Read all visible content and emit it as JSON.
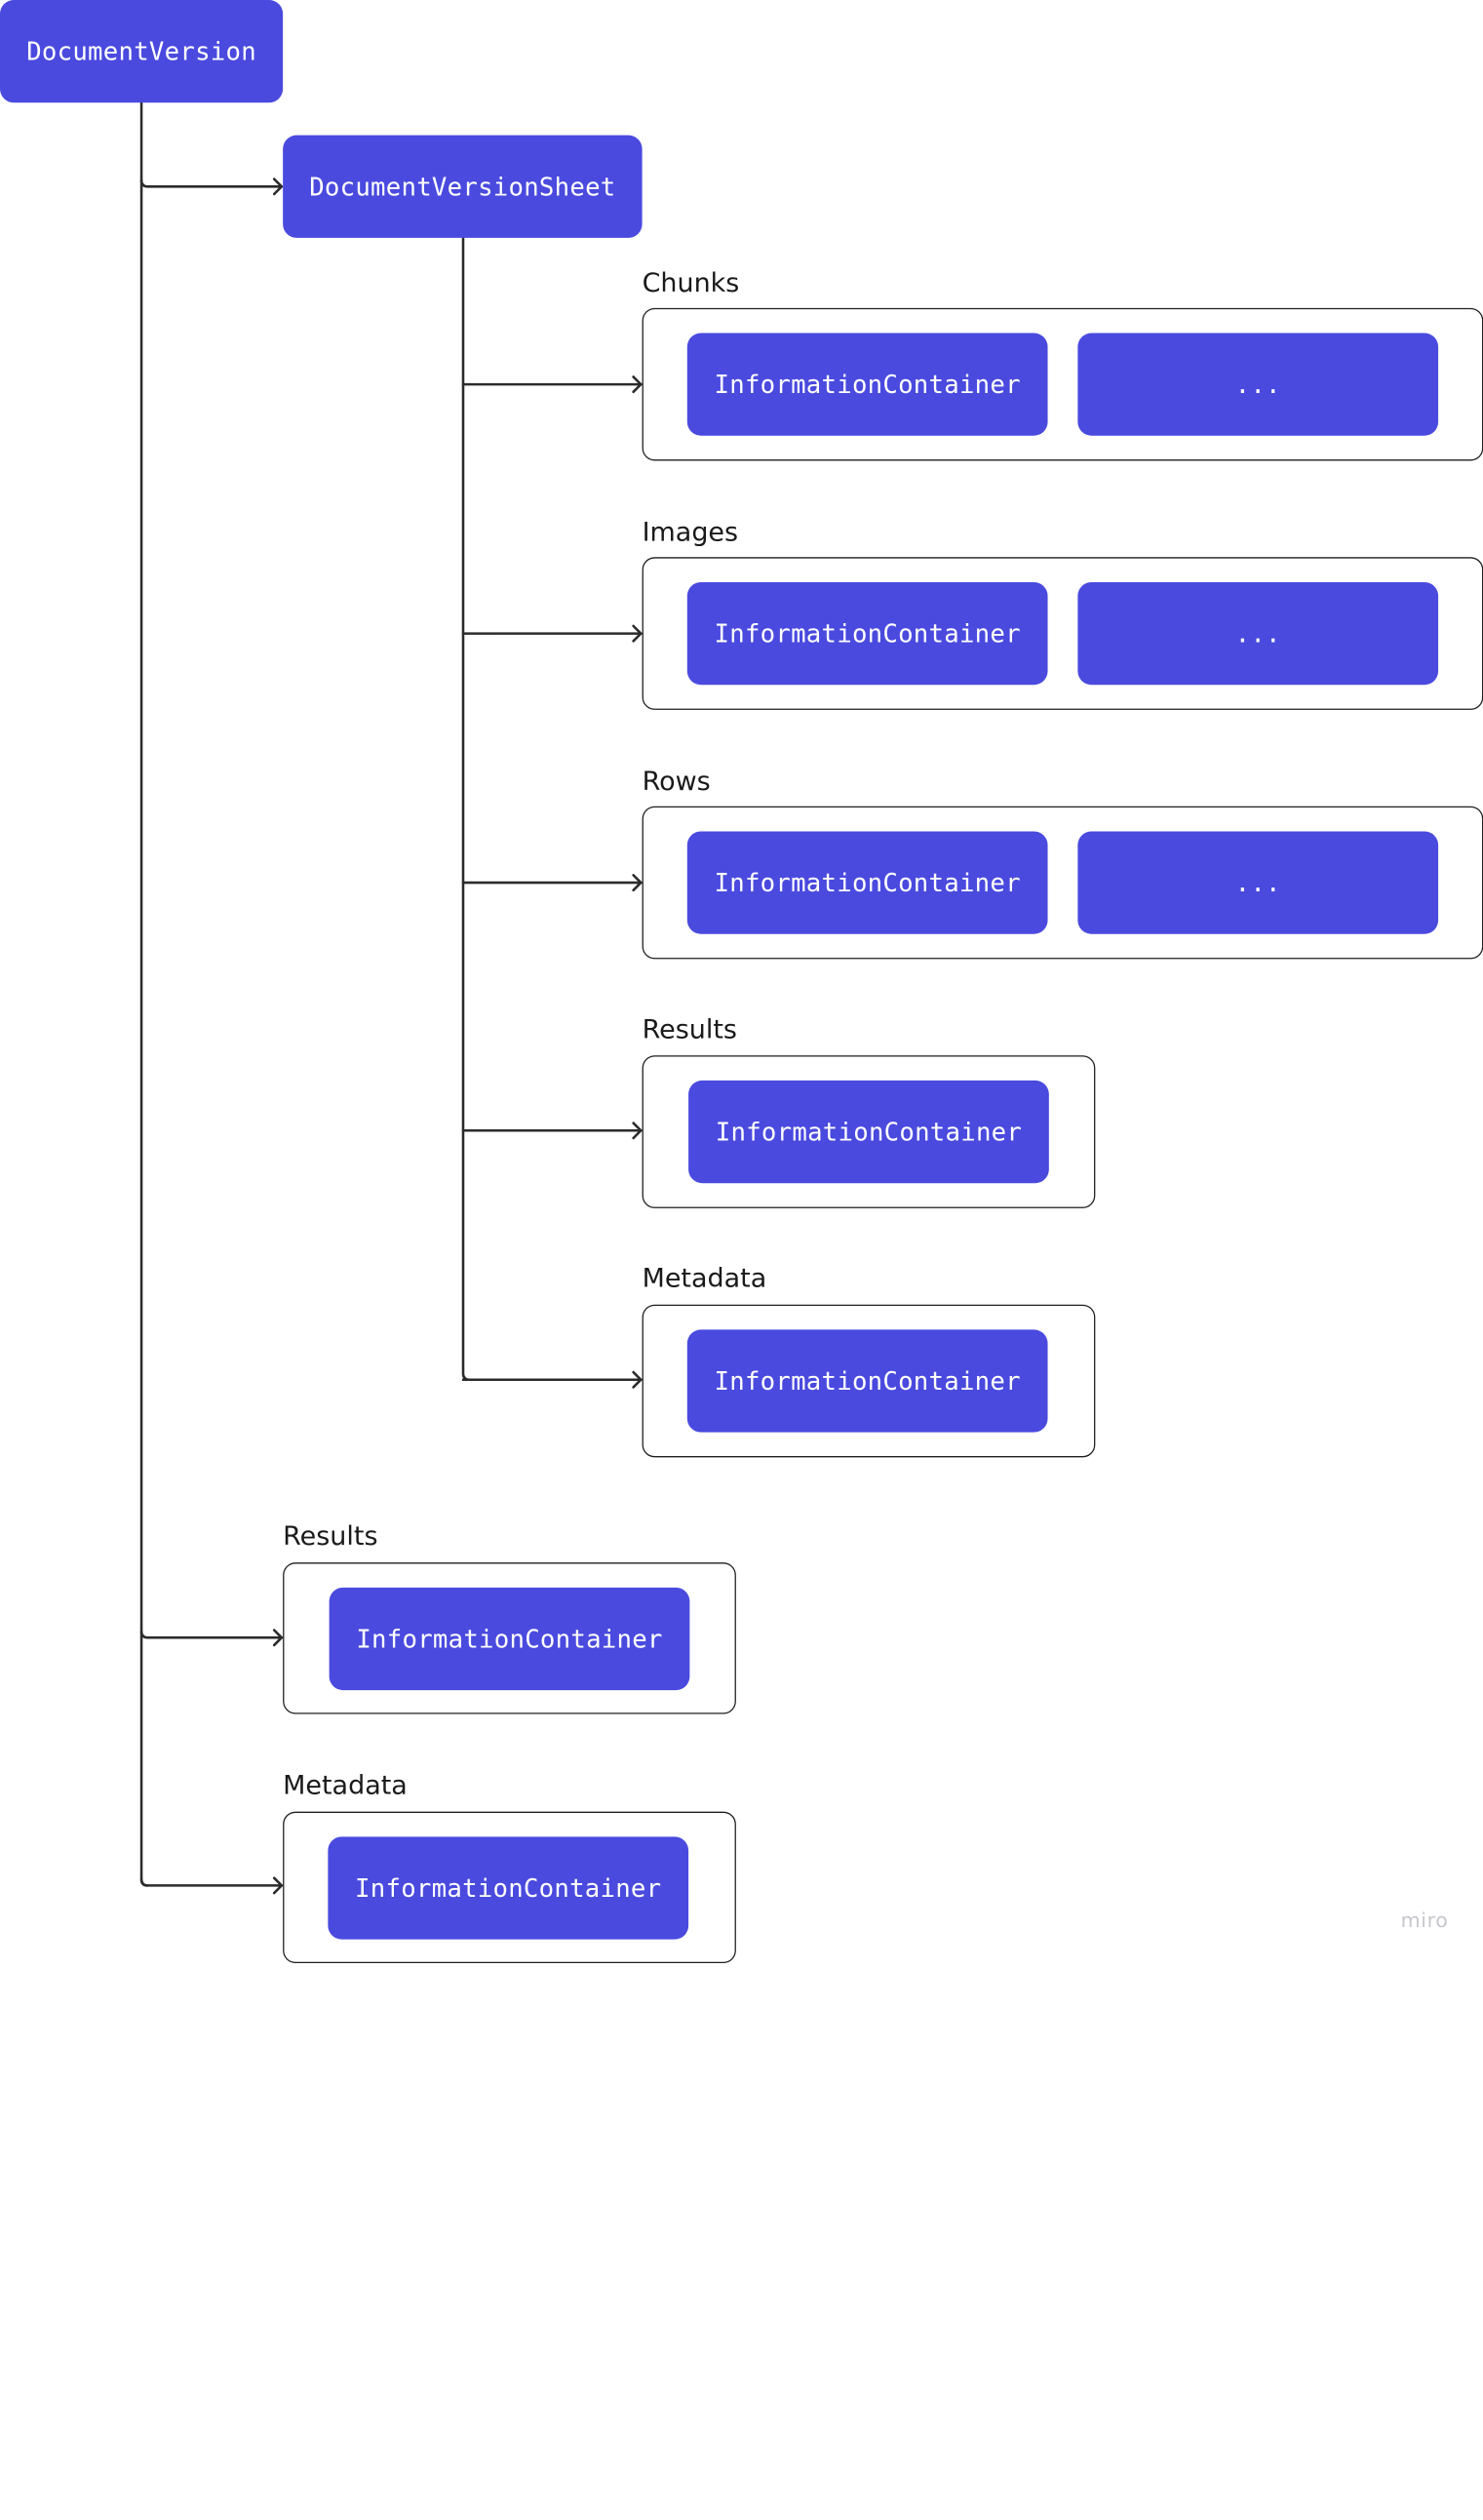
{
  "colors": {
    "node": "#4a4adf",
    "connector": "#2b2b2b",
    "group_border": "#1f1f1f"
  },
  "root": {
    "label": "DocumentVersion"
  },
  "sheet": {
    "label": "DocumentVersionSheet"
  },
  "sheet_groups": [
    {
      "label": "Chunks",
      "items": [
        "InformationContainer",
        "..."
      ]
    },
    {
      "label": "Images",
      "items": [
        "InformationContainer",
        "..."
      ]
    },
    {
      "label": "Rows",
      "items": [
        "InformationContainer",
        "..."
      ]
    },
    {
      "label": "Results",
      "items": [
        "InformationContainer"
      ]
    },
    {
      "label": "Metadata",
      "items": [
        "InformationContainer"
      ]
    }
  ],
  "root_groups": [
    {
      "label": "Results",
      "items": [
        "InformationContainer"
      ]
    },
    {
      "label": "Metadata",
      "items": [
        "InformationContainer"
      ]
    }
  ],
  "watermark": "miro"
}
